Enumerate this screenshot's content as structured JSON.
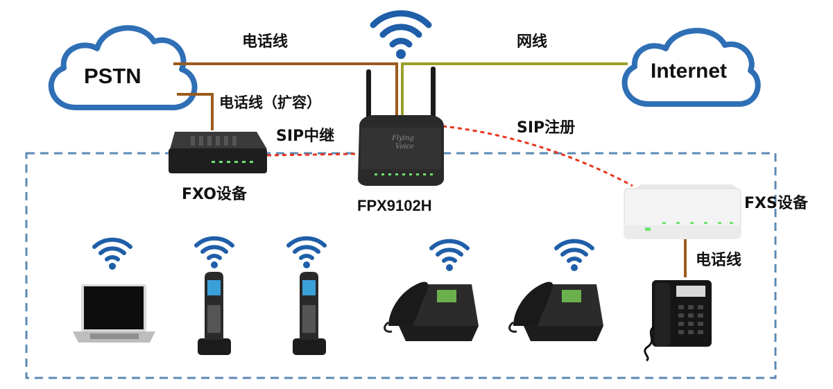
{
  "clouds": {
    "pstn": "PSTN",
    "internet": "Internet"
  },
  "links": {
    "phone_line_top": "电话线",
    "network_line": "网线",
    "phone_line_expand": "电话线（扩容）",
    "sip_trunk": "SIP中继",
    "sip_register": "SIP注册",
    "phone_line_right": "电话线"
  },
  "devices": {
    "fxo": "FXO设备",
    "gateway": "FPX9102H",
    "gateway_brand_1": "Flying",
    "gateway_brand_2": "Voice",
    "fxs": "FXS设备"
  },
  "colors": {
    "cloud_stroke": "#2f6fb5",
    "phone_line": "#9a5a1e",
    "network_line": "#9aa02a",
    "sip_dashed": "#e8341c",
    "lan_border": "#5b8ab4",
    "wifi": "#1f5ea8"
  },
  "icons": [
    "cloud-icon",
    "wifi-icon",
    "laptop-icon",
    "cordless-phone-icon",
    "ip-phone-icon",
    "desk-phone-icon",
    "router-icon",
    "fxo-box-icon",
    "fxs-box-icon"
  ]
}
